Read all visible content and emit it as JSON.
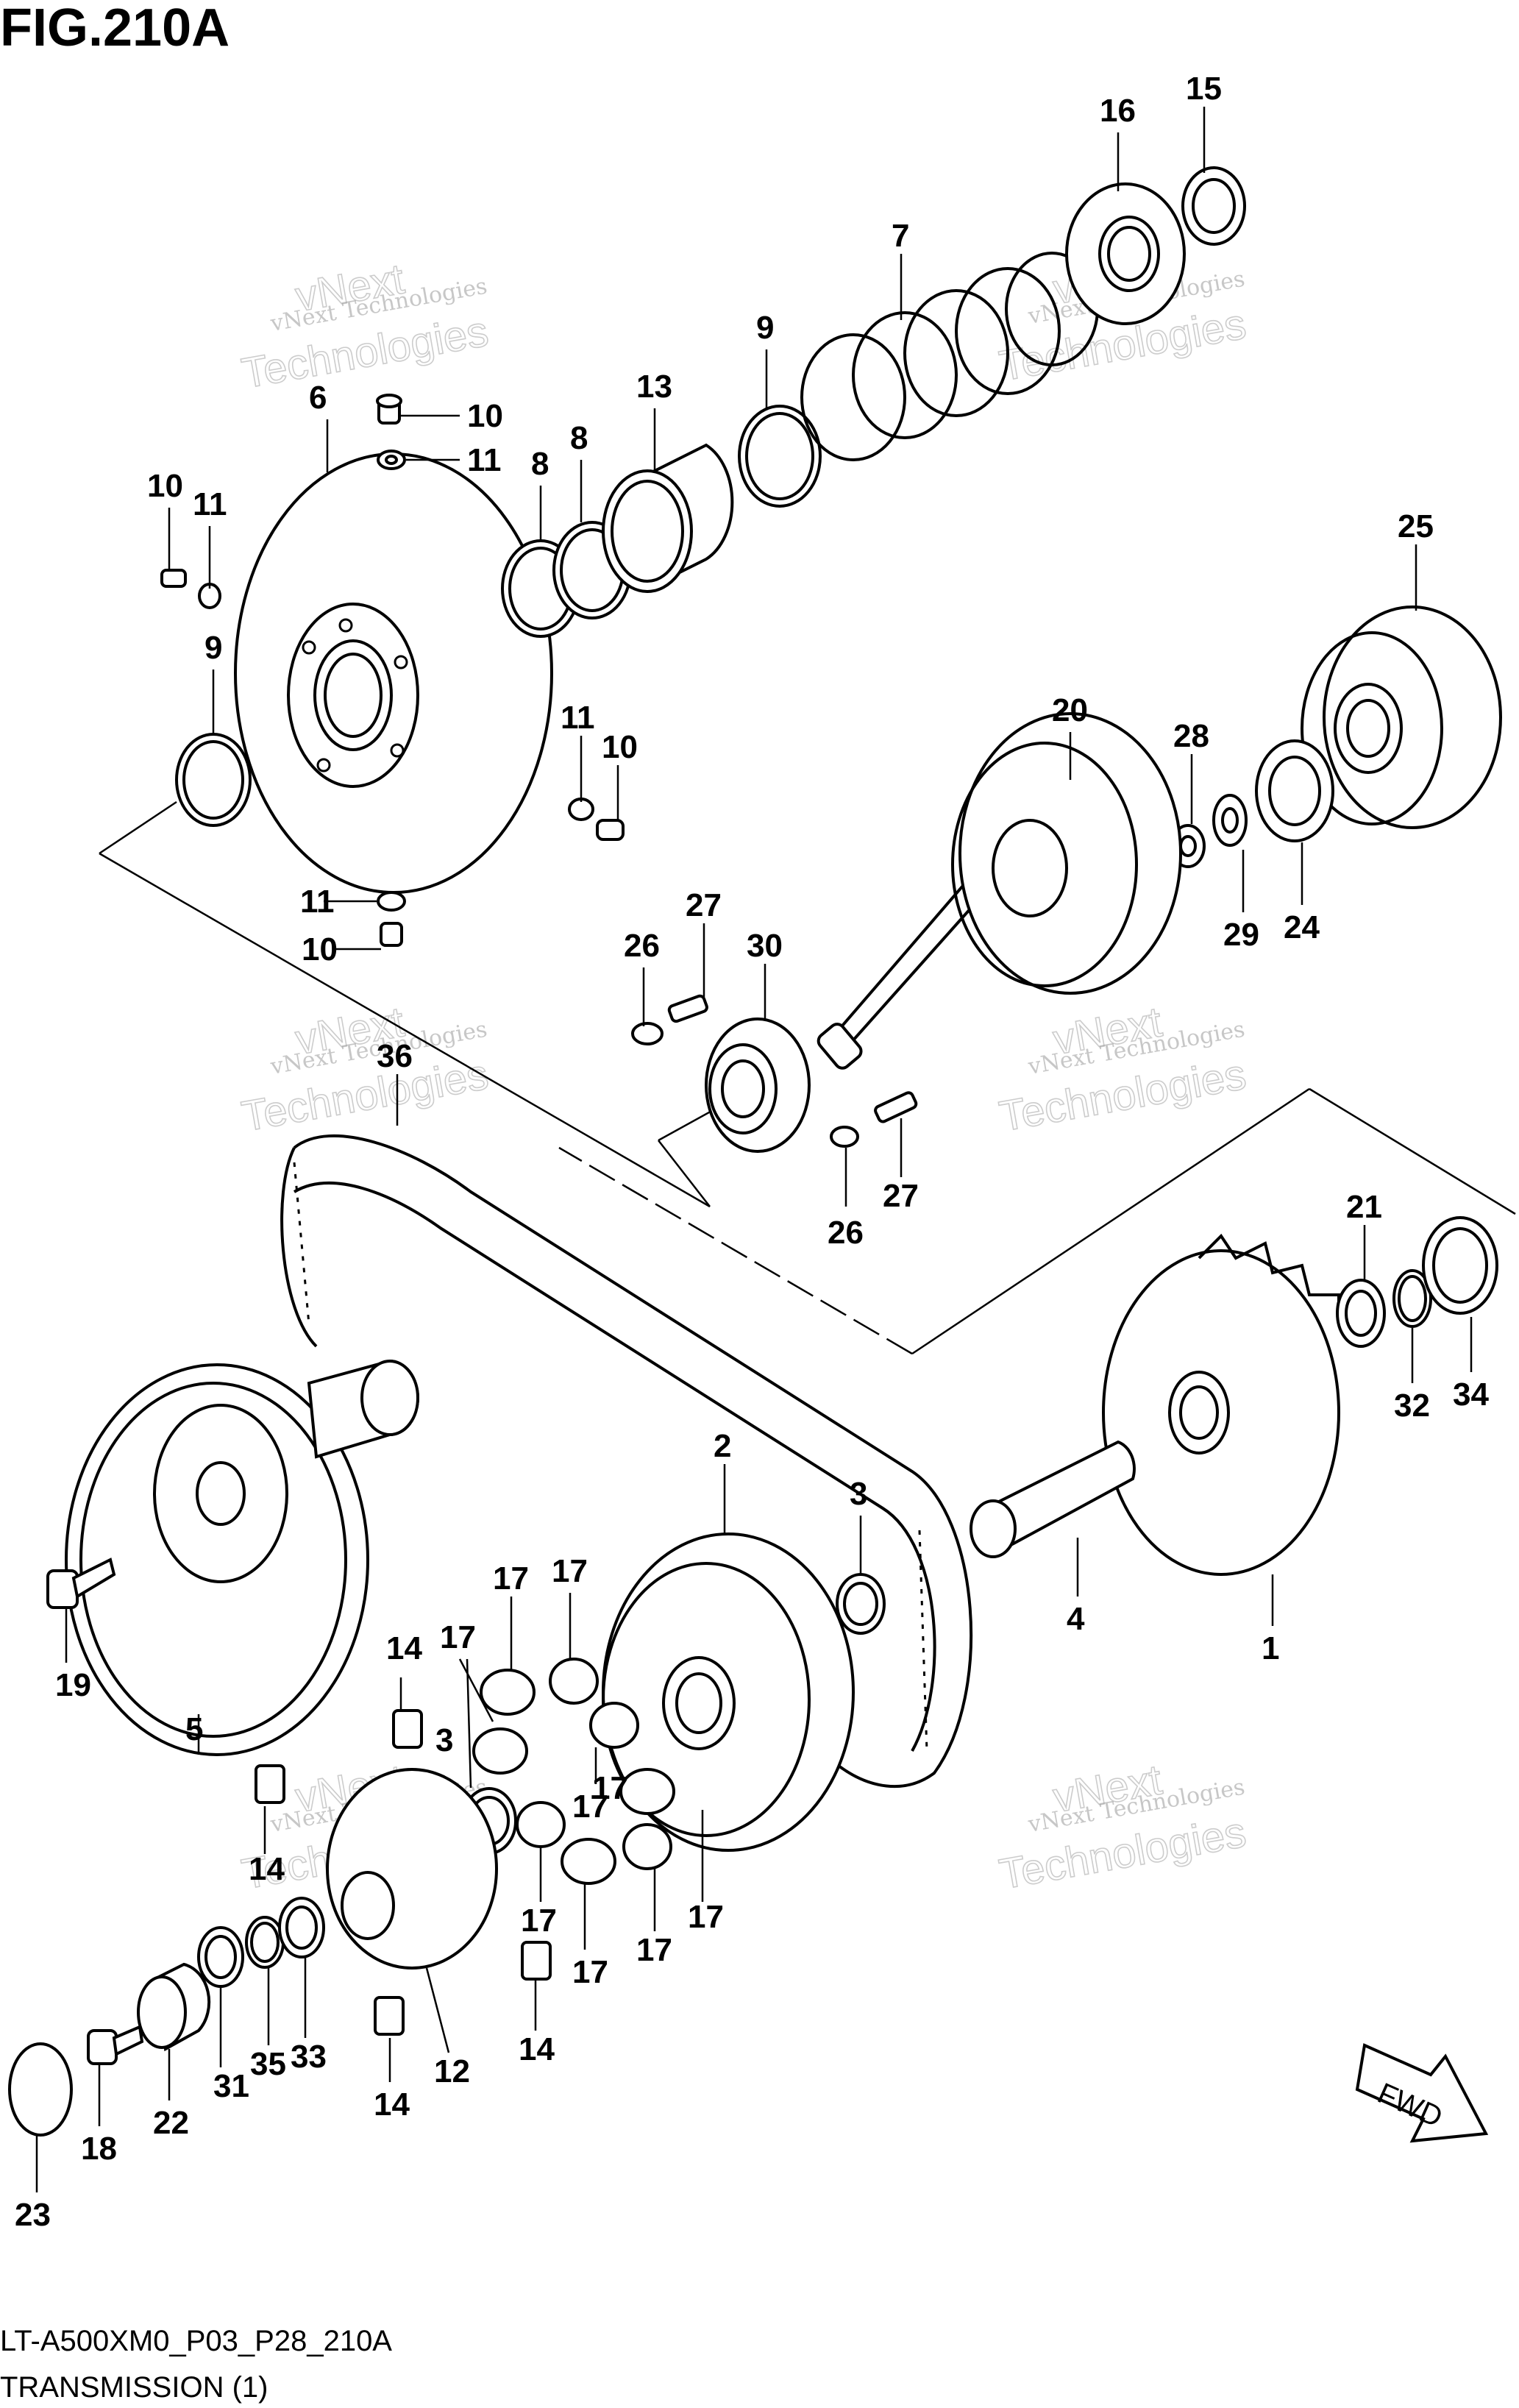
{
  "figure": {
    "title": "FIG.210A",
    "code": "LT-A500XM0_P03_P28_210A",
    "subtitle": "TRANSMISSION (1)",
    "fwd_label": "FWD"
  },
  "watermark": {
    "line1": "vNext Technologies",
    "line2": "Technologies",
    "line3": "vNext"
  },
  "callouts": {
    "c1": "1",
    "c2": "2",
    "c3a": "3",
    "c3b": "3",
    "c4": "4",
    "c5": "5",
    "c6": "6",
    "c7": "7",
    "c8a": "8",
    "c8b": "8",
    "c9a": "9",
    "c9b": "9",
    "c10a": "10",
    "c10b": "10",
    "c10c": "10",
    "c10d": "10",
    "c11a": "11",
    "c11b": "11",
    "c11c": "11",
    "c11d": "11",
    "c12": "12",
    "c13": "13",
    "c14a": "14",
    "c14b": "14",
    "c14c": "14",
    "c14d": "14",
    "c15": "15",
    "c16": "16",
    "c17a": "17",
    "c17b": "17",
    "c17c": "17",
    "c17d": "17",
    "c17e": "17",
    "c17f": "17",
    "c17g": "17",
    "c17h": "17",
    "c17i": "17",
    "c18": "18",
    "c19": "19",
    "c20": "20",
    "c21": "21",
    "c22": "22",
    "c23": "23",
    "c24": "24",
    "c25": "25",
    "c26a": "26",
    "c26b": "26",
    "c27a": "27",
    "c27b": "27",
    "c28": "28",
    "c29": "29",
    "c30": "30",
    "c31": "31",
    "c32": "32",
    "c33": "33",
    "c34": "34",
    "c35": "35",
    "c36": "36"
  }
}
